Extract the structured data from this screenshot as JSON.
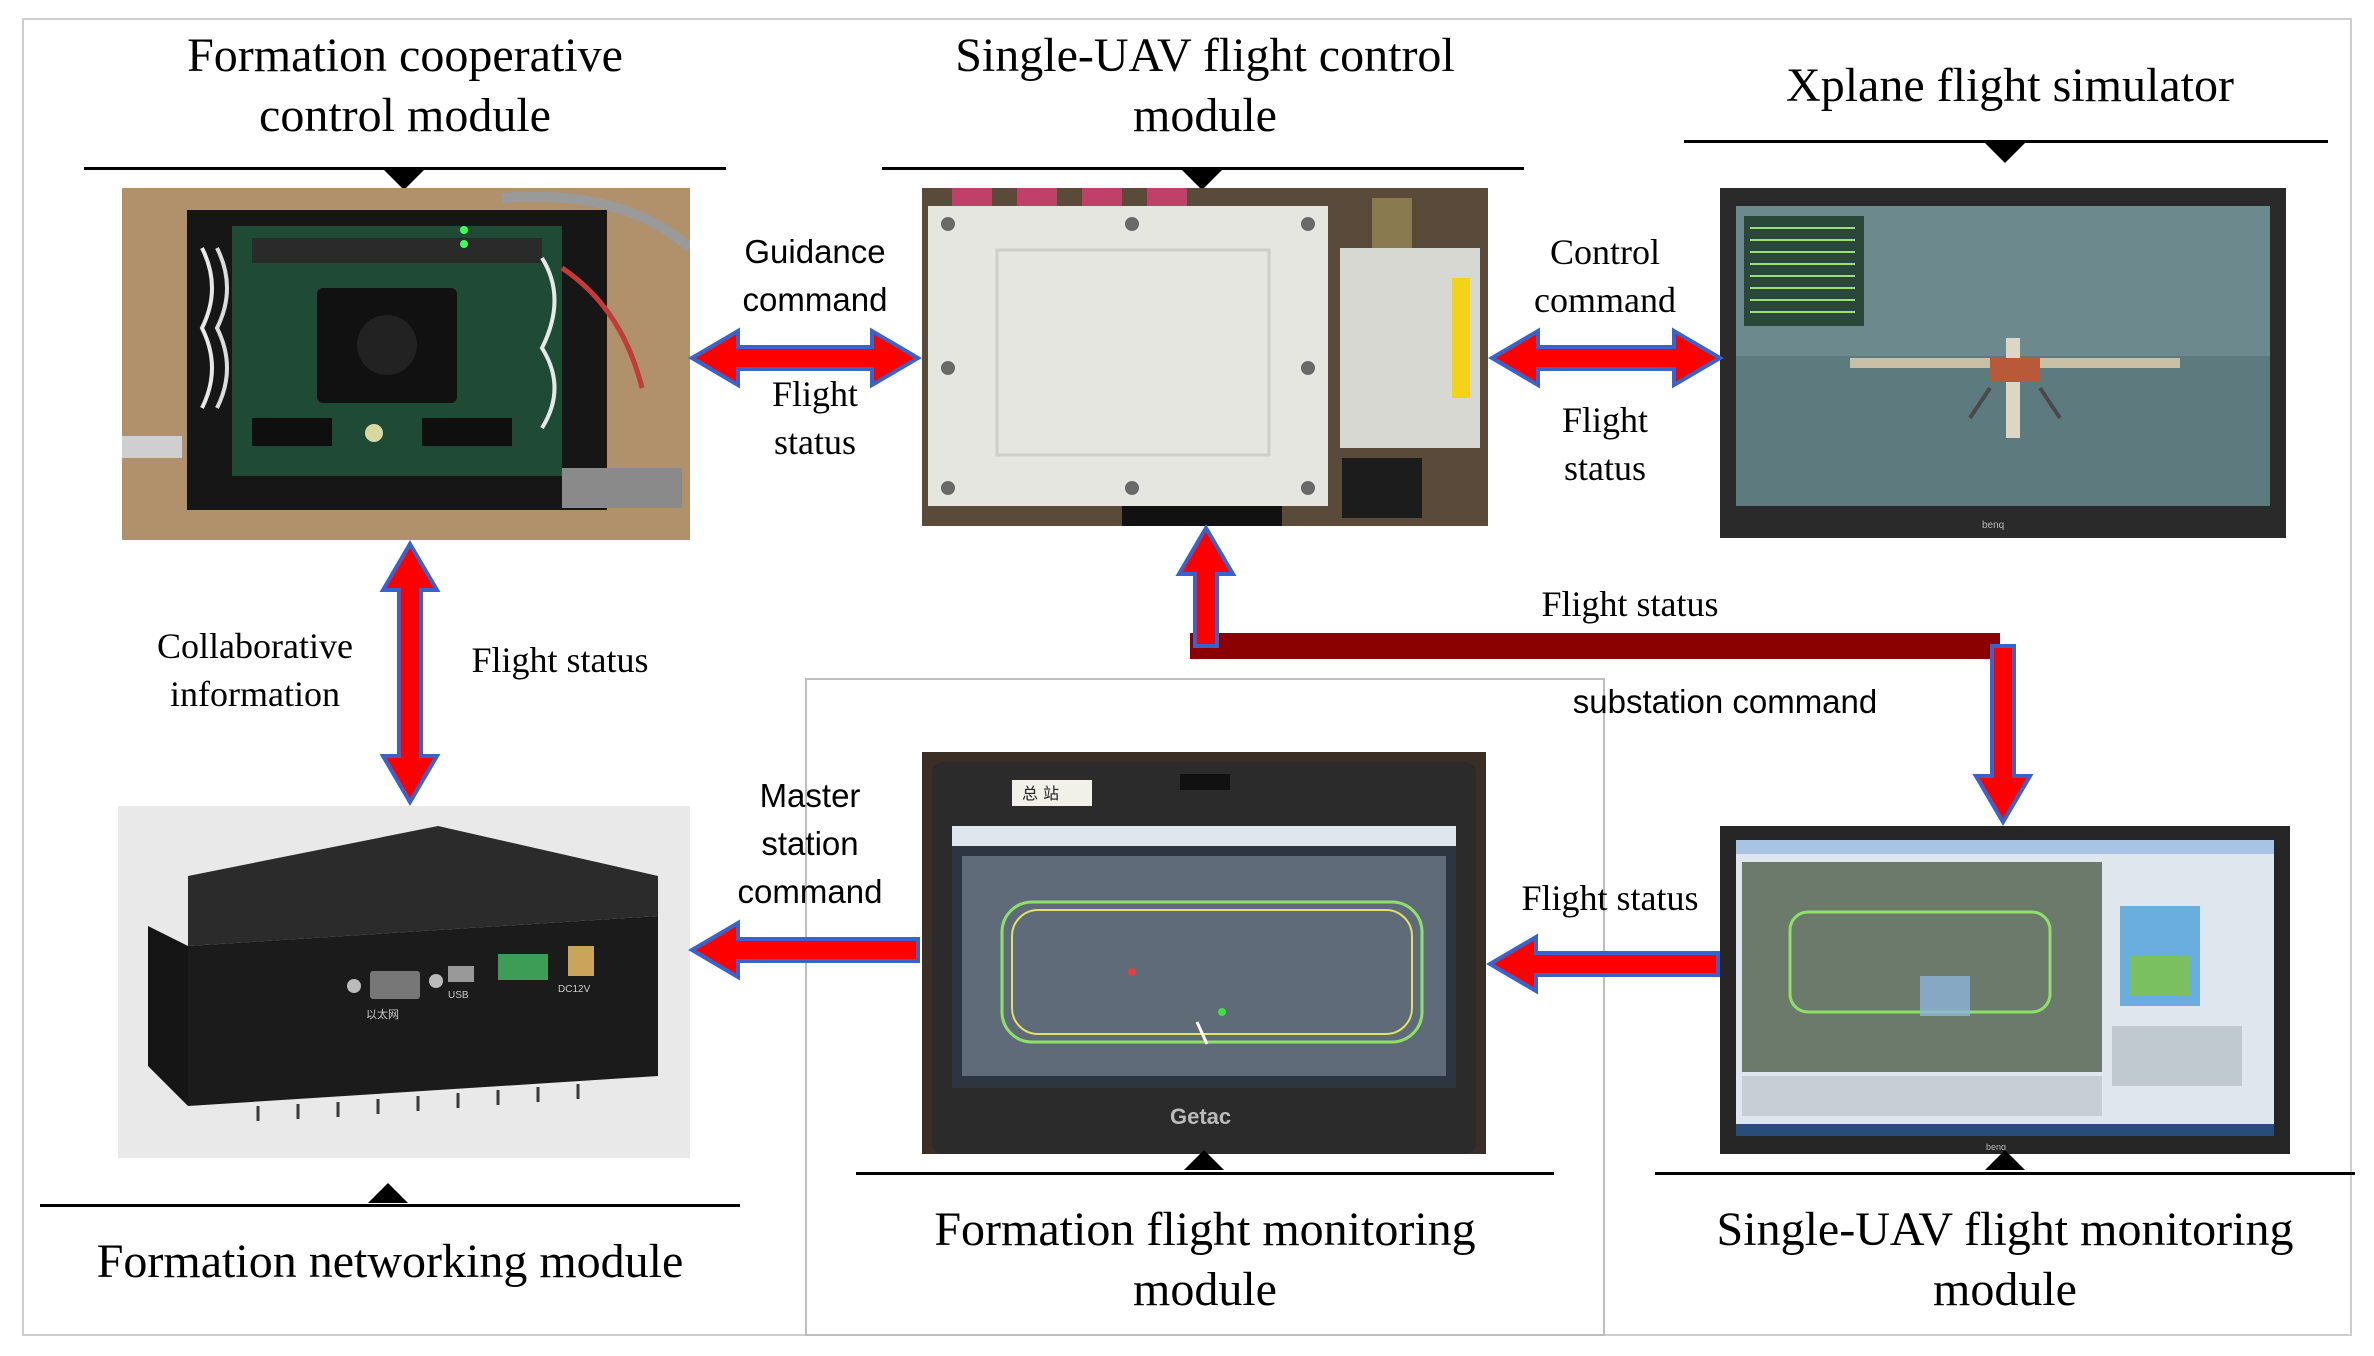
{
  "modules": {
    "formation_cooperative": "Formation cooperative\ncontrol module",
    "single_uav_control": "Single-UAV flight control\nmodule",
    "xplane": "Xplane flight simulator",
    "formation_networking": "Formation networking module",
    "formation_monitoring": "Formation flight monitoring\nmodule",
    "single_uav_monitoring": "Single-UAV flight monitoring\nmodule"
  },
  "labels": {
    "guidance_command": "Guidance\ncommand",
    "flight_status_1": "Flight\nstatus",
    "control_command": "Control\ncommand",
    "flight_status_2": "Flight\nstatus",
    "collaborative_information": "Collaborative\ninformation",
    "flight_status_3": "Flight status",
    "flight_status_4": "Flight status",
    "substation_command": "substation command",
    "master_station_command": "Master\nstation\ncommand",
    "flight_status_5": "Flight status"
  },
  "photo_text": {
    "monitor_brand": "benq",
    "laptop_brand": "Getac",
    "laptop_sticker": "总 站",
    "port_ethernet": "以太网",
    "port_usb": "USB",
    "port_dc": "DC12V"
  },
  "colors": {
    "arrow_fill": "#ff0000",
    "arrow_outline": "#3a63c9",
    "bar_fill": "#8b0000",
    "rule": "#000000"
  }
}
